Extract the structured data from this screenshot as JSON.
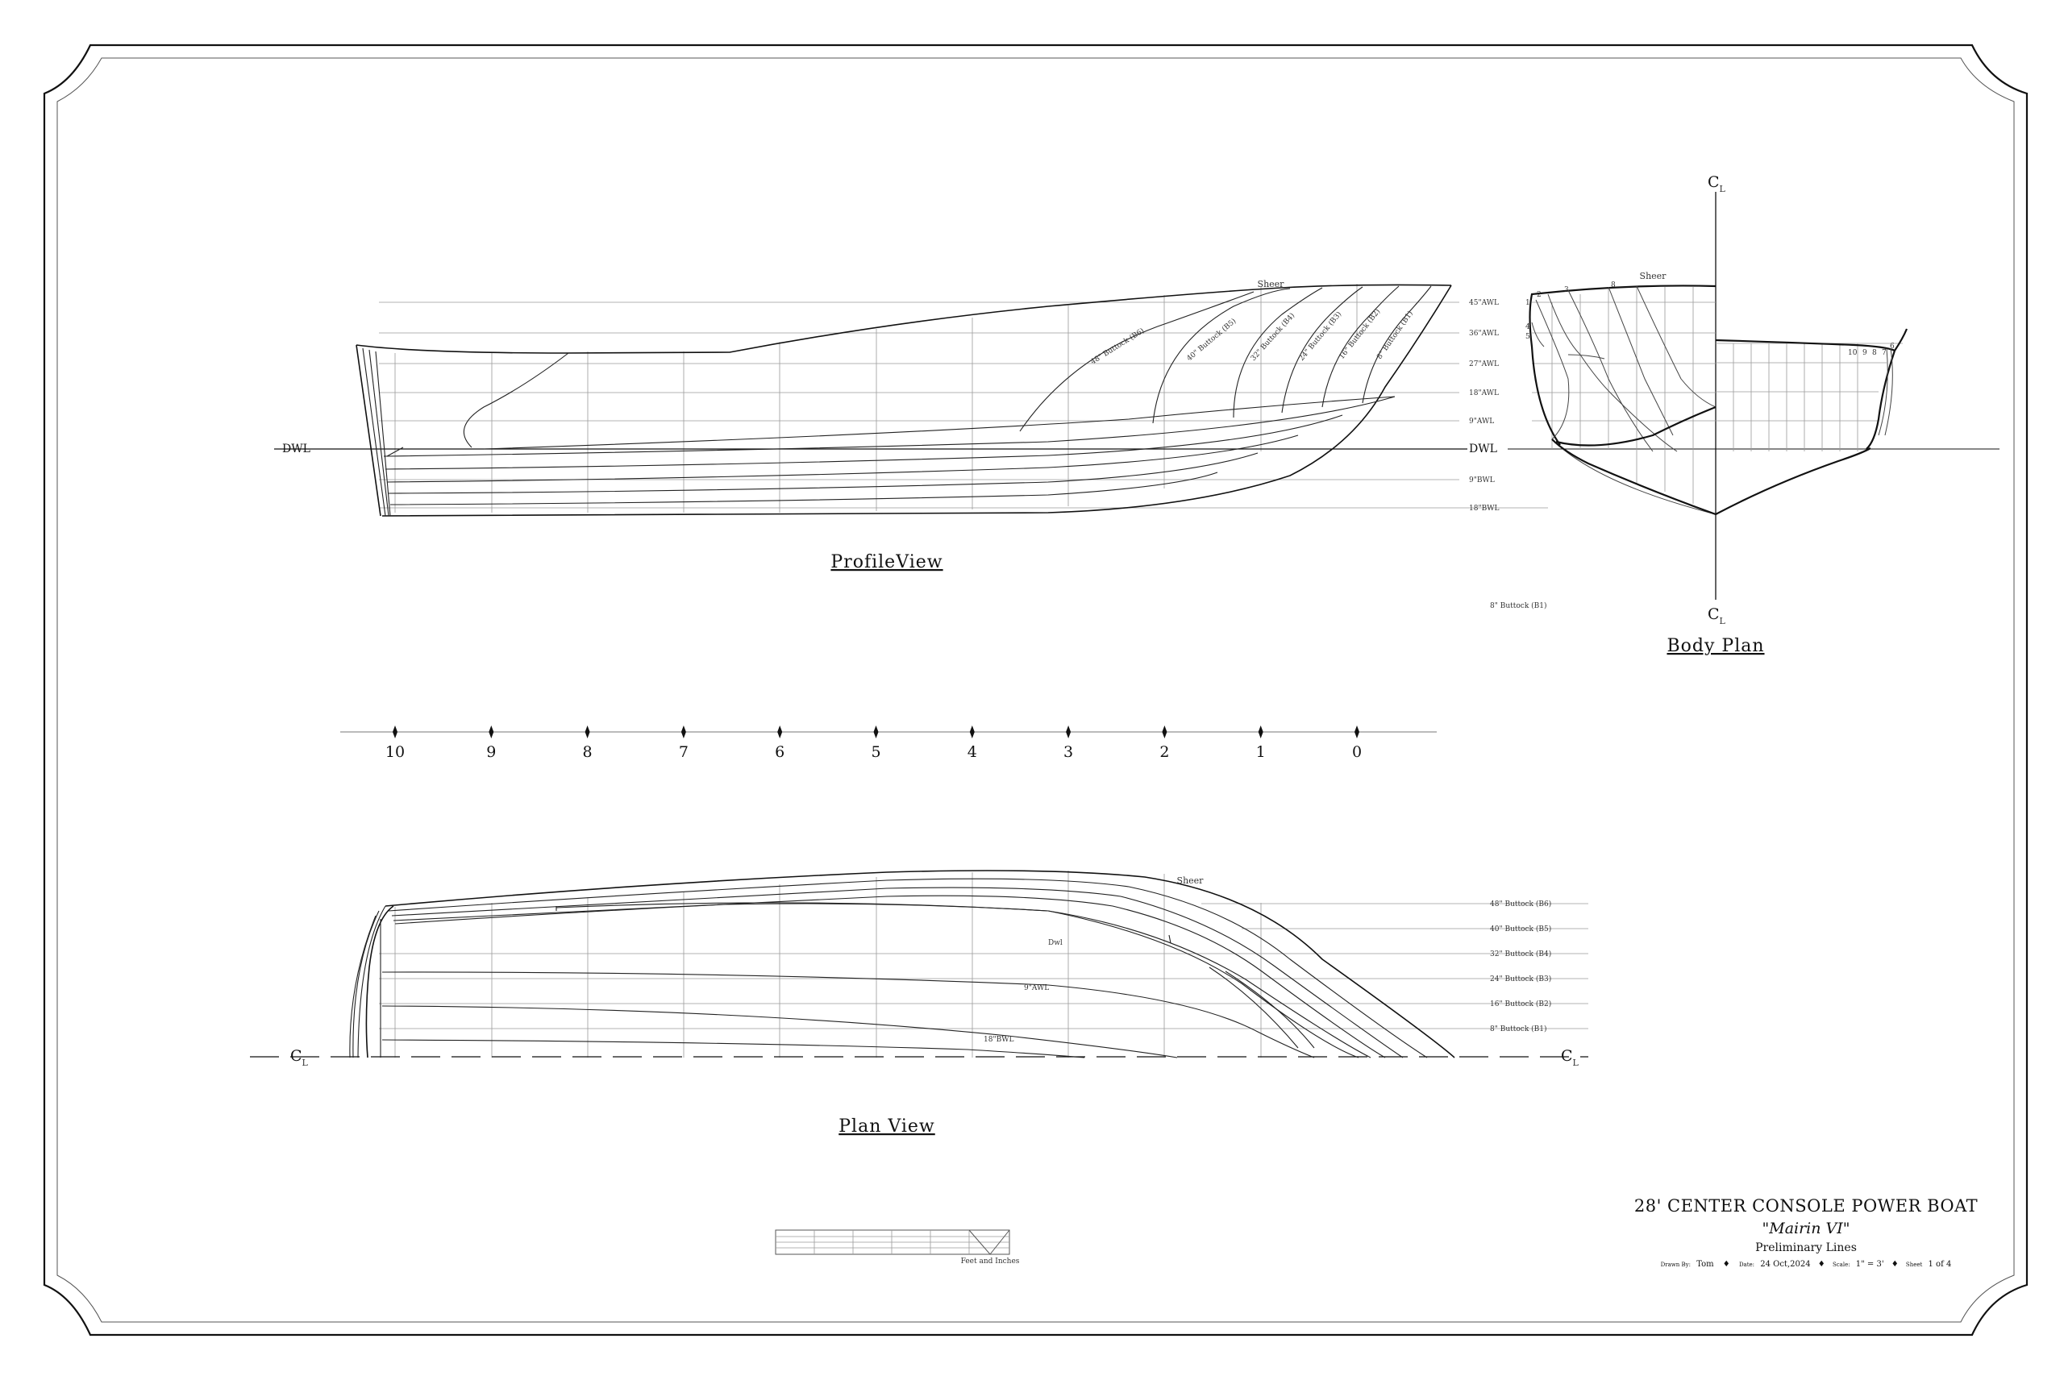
{
  "views": {
    "profile": "ProfileView",
    "body": "Body Plan",
    "plan": "Plan View"
  },
  "profile_labels": {
    "dwl_left": "DWL",
    "sheer": "Sheer",
    "waterlines": [
      "45\"AWL",
      "36\"AWL",
      "27\"AWL",
      "18\"AWL",
      "9\"AWL",
      "DWL",
      "9\"BWL",
      "18\"BWL"
    ],
    "buttocks": [
      "48\" Buttock (B6)",
      "40\" Buttock (B5)",
      "32\" Buttock (B4)",
      "24\" Buttock (B3)",
      "16\" Buttock (B2)",
      "8\" Buttock (B1)"
    ],
    "buttock_note": "8\" Buttock (B1)"
  },
  "body_labels": {
    "cl_top": "C",
    "cl_top_sub": "L",
    "cl_bottom": "C",
    "cl_bottom_sub": "L",
    "sheer": "Sheer",
    "stations_fwd": [
      "1",
      "2",
      "3",
      "4",
      "5"
    ],
    "stations_aft": [
      "10",
      "9",
      "8",
      "7",
      "6"
    ],
    "station_8": "8"
  },
  "stations": [
    "10",
    "9",
    "8",
    "7",
    "6",
    "5",
    "4",
    "3",
    "2",
    "1",
    "0"
  ],
  "plan_labels": {
    "sheer": "Sheer",
    "dwl": "Dwl",
    "wl1": "9\"AWL",
    "wl2": "18\"BWL",
    "cl_left": "C",
    "cl_left_sub": "L",
    "cl_right": "C",
    "cl_right_sub": "L",
    "buttocks": [
      "48\" Buttock (B6)",
      "40\" Buttock (B5)",
      "32\" Buttock (B4)",
      "24\" Buttock (B3)",
      "16\" Buttock (B2)",
      "8\" Buttock (B1)"
    ]
  },
  "scale_bar": {
    "label": "Feet and Inches"
  },
  "title_block": {
    "title": "28' CENTER CONSOLE POWER BOAT",
    "name": "\"Mairin VI\"",
    "subtitle": "Preliminary Lines",
    "drawn_by_label": "Drawn By:",
    "drawn_by": "Tom",
    "date_label": "Date:",
    "date": "24 Oct,2024",
    "scale_label": "Scale:",
    "scale": "1\" = 3'",
    "sheet_label": "Sheet",
    "sheet": "1 of 4"
  }
}
